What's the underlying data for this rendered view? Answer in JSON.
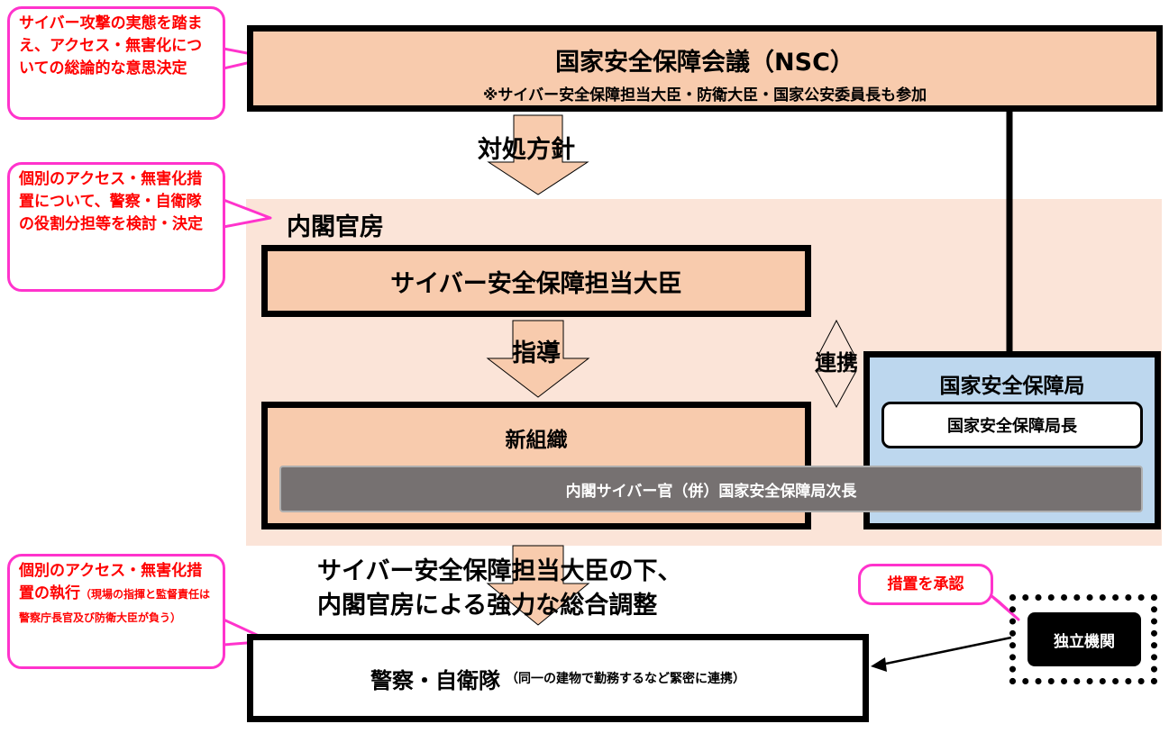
{
  "nsc": {
    "title": "国家安全保障会議（NSC）",
    "note": "※サイバー安全保障担当大臣・防衛大臣・国家公安委員長も参加"
  },
  "callouts": {
    "nsc": "サイバー攻撃の実態を踏まえ、アクセス・無害化についての総論的な意思決定",
    "cabinet": "個別のアクセス・無害化措置について、警察・自衛隊の役割分担等を検討・決定",
    "exec_main": "個別のアクセス・無害化措置の執行",
    "exec_small": "（現場の指揮と監督責任は警察庁長官及び防衛大臣が負う）",
    "approve": "措置を承認"
  },
  "arrows": {
    "policy": "対処方針",
    "guidance": "指導",
    "cooperation": "連携"
  },
  "cabinet_office": {
    "label": "内閣官房",
    "minister": "サイバー安全保障担当大臣",
    "new_org": "新組織",
    "cyber_officer": "内閣サイバー官（併）国家安全保障局次長"
  },
  "nss": {
    "title": "国家安全保障局",
    "chief": "国家安全保障局長"
  },
  "coordination": {
    "line1": "サイバー安全保障担当大臣の下、",
    "line2": "内閣官房による強力な総合調整"
  },
  "execution": {
    "main": "警察・自衛隊",
    "sub": "（同一の建物で勤務するなど緊密に連携）"
  },
  "independent": {
    "label": "独立機関"
  },
  "colors": {
    "salmon": "#f8cbad",
    "light_salmon": "#fbe4d8",
    "light_blue": "#bdd7ee",
    "gray_bar": "#767171",
    "magenta": "#ff33cc",
    "red_text": "#ff0000"
  }
}
